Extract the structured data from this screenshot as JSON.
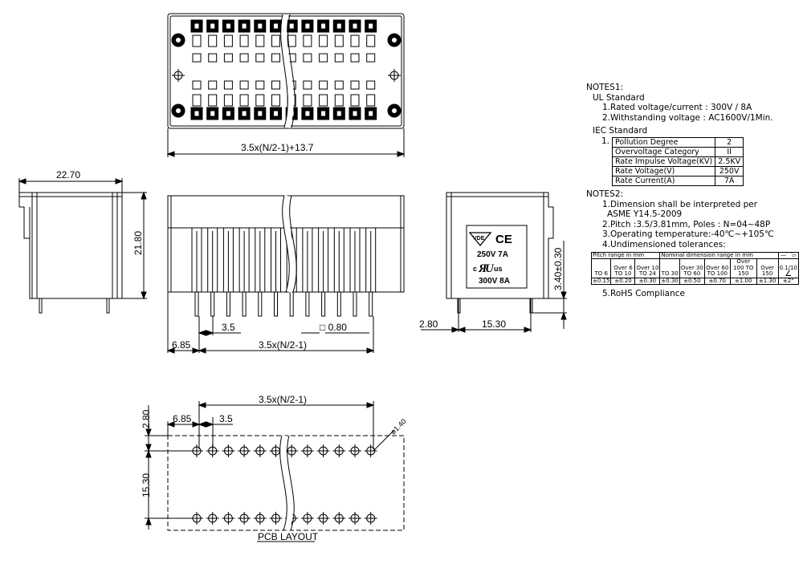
{
  "top_view": {
    "width_dim": "3.5x(N/2-1)+13.7"
  },
  "side_view": {
    "depth_dim": "22.70",
    "height_dim": "21.80"
  },
  "front_view": {
    "pitch_dim": "3.5",
    "pin_dim": "□ 0.80",
    "offset_dim": "6.85",
    "span_dim": "3.5x(N/2-1)"
  },
  "right_view": {
    "offset_dim": "2.80",
    "row_dim": "15.30",
    "pin_len_dim": "3.40±0.30",
    "label": {
      "line1": "250V 7A",
      "line2": "300V 8A",
      "ul_mark": "us",
      "vde": "VDE",
      "ce": "CE"
    }
  },
  "pcb_layout": {
    "title": "PCB LAYOUT",
    "span_dim": "3.5x(N/2-1)",
    "offset_dim": "6.85",
    "pitch_dim": "3.5",
    "top_dim": "2.80",
    "row_dim": "15.30",
    "hole_dim": "ø1.40"
  },
  "notes": {
    "notes1_title": "NOTES1:",
    "ul_standard": "UL Standard",
    "ul1": "1.Rated voltage/current : 300V / 8A",
    "ul2": "2.Withstanding voltage : AC1600V/1Min.",
    "iec_standard": "IEC Standard",
    "iec_num": "1.",
    "iec_table": [
      [
        "Pollution Degree",
        "2"
      ],
      [
        "Overvoltage Category",
        "II"
      ],
      [
        "Rate Impulse Voltage(KV)",
        "2.5KV"
      ],
      [
        "Rate Voltage(V)",
        "250V"
      ],
      [
        "Rate Current(A)",
        "7A"
      ]
    ],
    "notes2_title": "NOTES2:",
    "n2_1a": "1.Dimension shall be interpreted per",
    "n2_1b": "ASME Y14.5-2009",
    "n2_2": "2.Pitch :3.5/3.81mm, Poles : N=04~48P",
    "n2_3": "3.Operating temperature:-40℃~+105℃",
    "n2_4": "4.Undimensioned tolerances:",
    "tol": {
      "h_pitch": "Pitch range in mm",
      "h_nominal": "Nominal dimension range in mm",
      "h_geo": "—⌒▱",
      "c1": "TO 6",
      "c2": "Over 6 TO 10",
      "c3": "Over 10 TO 24",
      "c4": "TO 30",
      "c5": "Over 30 TO 60",
      "c6": "Over 60 TO 100",
      "c7": "Over 100 TO 150",
      "c8": "Over 150",
      "c9": "0.1/10",
      "c10": "∠",
      "v1": "±0.15",
      "v2": "±0.20",
      "v3": "±0.30",
      "v4": "±0.30",
      "v5": "±0.50",
      "v6": "±0.70",
      "v7": "±1.00",
      "v8": "±1.30",
      "v9": "±2°"
    },
    "n2_5": "5.RoHS Compliance"
  }
}
